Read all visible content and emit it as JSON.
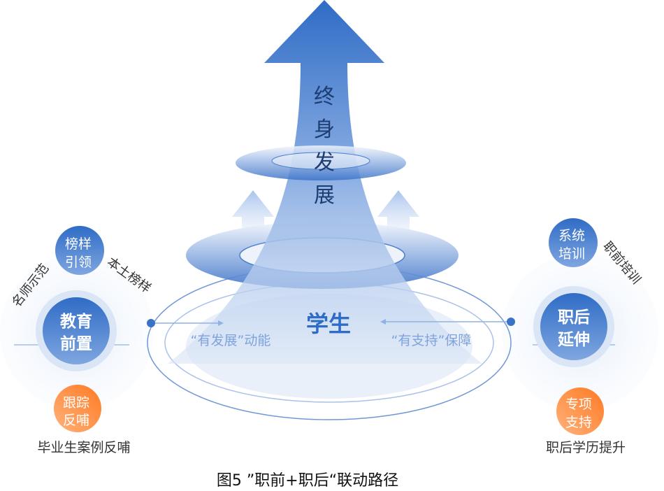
{
  "center": {
    "arrow_text": [
      "终",
      "身",
      "发",
      "展"
    ],
    "student": "学生",
    "left_flow": "“有发展”动能",
    "right_flow": "“有支持”保障"
  },
  "left": {
    "main": [
      "教育",
      "前置"
    ],
    "top_node": [
      "榜样",
      "引领"
    ],
    "bottom_node": [
      "跟踪",
      "反哺"
    ],
    "arc_left": "名师示范",
    "arc_right": "本土榜样",
    "bottom_label": "毕业生案例反哺"
  },
  "right": {
    "main": [
      "职后",
      "延伸"
    ],
    "top_node": [
      "系统",
      "培训"
    ],
    "bottom_node": [
      "专项",
      "支持"
    ],
    "arc_right": "职前培训",
    "bottom_label": "职后学历提升"
  },
  "caption": "图5 ”职前+职后“联动路径",
  "colors": {
    "blue": "#3a72c8",
    "orange": "#ff7e2e",
    "light": "#e9f0fa"
  }
}
